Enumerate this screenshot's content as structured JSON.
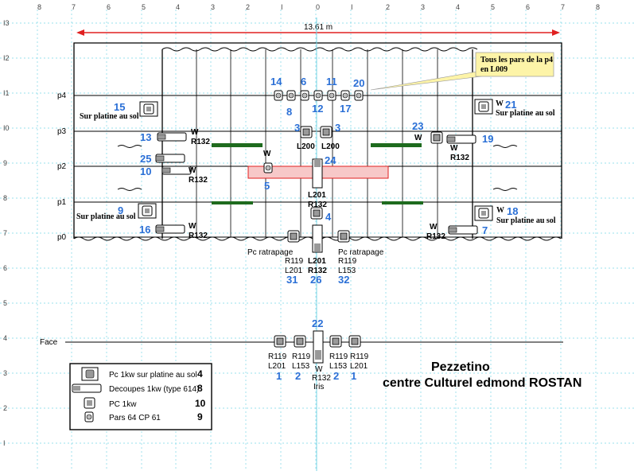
{
  "ruler_top": [
    "8",
    "7",
    "6",
    "5",
    "4",
    "3",
    "2",
    "I",
    "0",
    "I",
    "2",
    "3",
    "4",
    "5",
    "6",
    "7",
    "8"
  ],
  "ruler_left": [
    "I3",
    "I2",
    "I1",
    "I0",
    "9",
    "8",
    "7",
    "6",
    "5",
    "4",
    "3",
    "2",
    "I"
  ],
  "width_label": "13.61 m",
  "pipes": [
    "p4",
    "p3",
    "p2",
    "p1",
    "p0"
  ],
  "face_label": "Face",
  "note": {
    "line1": "Tous les pars de la p4",
    "line2": "en L009"
  },
  "numbers": [
    "14",
    "6",
    "11",
    "20",
    "8",
    "12",
    "17",
    "15",
    "21",
    "3",
    "3",
    "23",
    "19",
    "13",
    "25",
    "24",
    "10",
    "5",
    "9",
    "18",
    "16",
    "7",
    "4",
    "31",
    "26",
    "32",
    "22",
    "2",
    "2",
    "1",
    "1"
  ],
  "texts": {
    "sol": "Sur platine au sol",
    "w": "W",
    "r132": "R132",
    "l200": "L200",
    "l201": "L201",
    "r119": "R119",
    "l153": "L153",
    "pc_ratrapage": "Pc ratrapage",
    "iris": "Iris"
  },
  "legend": [
    {
      "label": "Pc 1kw sur platine au sol",
      "num": "4"
    },
    {
      "label": "Decoupes 1kw (type 614)",
      "num": "8"
    },
    {
      "label": "PC 1kw",
      "num": "10"
    },
    {
      "label": "Pars 64 CP 61",
      "num": "9"
    }
  ],
  "title": {
    "line1": "Pezzetino",
    "line2": "centre Culturel edmond ROSTAN"
  },
  "colors": {
    "accent_blue": "#2a6fd6",
    "dim_red": "#e02020",
    "batten_green": "#1e6b1e",
    "zone_fill": "#f7c8c8",
    "zone_stroke": "#e02020",
    "note_bg": "#fdf4a8",
    "grid_cyan": "#7ad6e6"
  }
}
